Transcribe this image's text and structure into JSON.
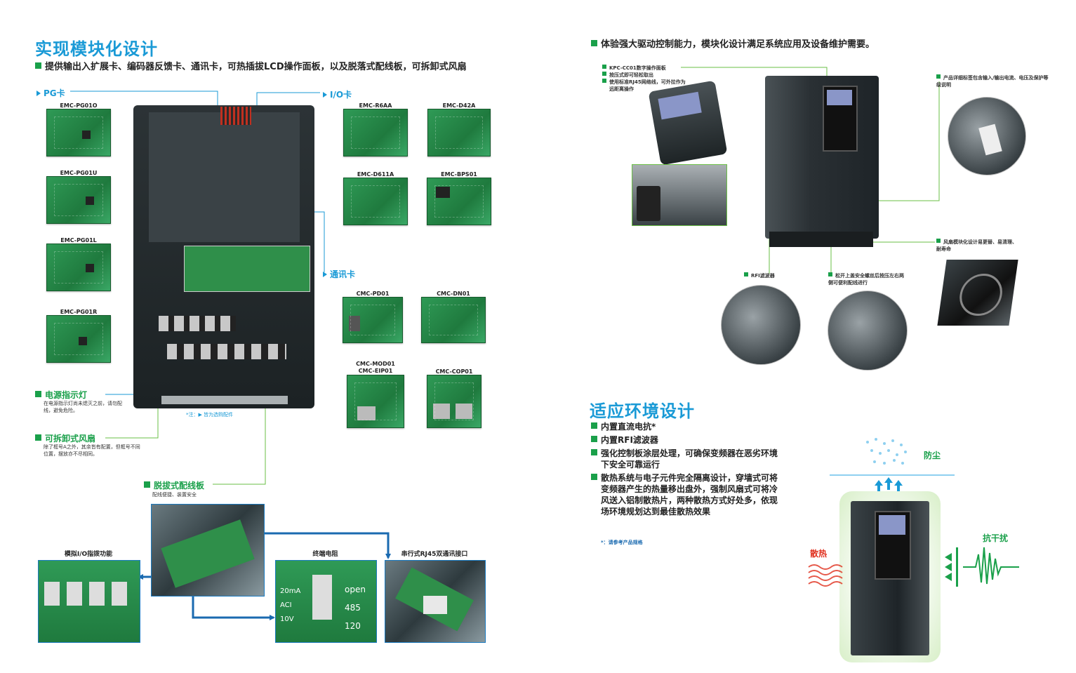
{
  "left": {
    "title": "实现模块化设计",
    "subtitle": "提供输出入扩展卡、编码器反馈卡、通讯卡，可热插拔LCD操作面板，以及脱落式配线板，可拆卸式风扇",
    "pg_label": "PG卡",
    "io_label": "I/O卡",
    "comm_label": "通讯卡",
    "pg_cards": [
      "EMC-PG01O",
      "EMC-PG01U",
      "EMC-PG01L",
      "EMC-PG01R"
    ],
    "io_cards": [
      "EMC-R6AA",
      "EMC-D42A",
      "EMC-D611A",
      "EMC-BPS01"
    ],
    "comm_cards": [
      "CMC-PD01",
      "CMC-DN01",
      "CMC-MOD01\nCMC-EIP01",
      "CMC-COP01"
    ],
    "note": "*注：▶ 皆为选购配件",
    "power_led_title": "电源指示灯",
    "power_led_desc": "在电源指示灯尚未熄灭之前，请勿配线，避免危险。",
    "fan_title": "可拆卸式风扇",
    "fan_desc": "除了框号A之外，其余皆有配置，但框号不同位置，摆放亦不尽相同。",
    "terminal_title": "脱拔式配线板",
    "terminal_desc": "配线便捷、装置安全",
    "detail_1": "模拟I/O指拨功能",
    "detail_2": "终端电阻",
    "detail_3": "串行式RJ45双通讯接口",
    "switch_labels": [
      "20mA",
      "ACI",
      "10V",
      "open",
      "485",
      "120"
    ]
  },
  "right": {
    "headline": "体验强大驱动控制能力，模块化设计满足系统应用及设备维护需要。",
    "kp_lines": [
      "KPC-CC01数字操作面板",
      "按压式即可轻松取出",
      "使用标准RJ45网络线，可外拉作为远距离操作"
    ],
    "label_desc": "产品详细标签包含输入/输出电流、电压及保护等级说明",
    "fan_desc": "风扇模块化设计易更替、易清理、耐寿命",
    "rfi": "RFI滤波器",
    "screw_desc": "松开上盖安全螺丝后按压左右两侧可便利配线进行",
    "env_title": "适应环境设计",
    "env_bullets": [
      "内置直流电抗*",
      "内置RFI滤波器",
      "强化控制板涂层处理，可确保变频器在恶劣环境下安全可靠运行",
      "散热系统与电子元件完全隔离设计，穿墙式可将变频器产生的热量移出盘外，强制风扇式可将冷风送入铝制散热片，两种散热方式好处多，依现场环境规划达到最佳散热效果"
    ],
    "env_note": "*：请参考产品规格",
    "dust": "防尘",
    "heat": "散热",
    "interference": "抗干扰"
  },
  "colors": {
    "accent_blue": "#1a9ad6",
    "accent_green": "#1aa04a",
    "heat_red": "#e0301e"
  }
}
